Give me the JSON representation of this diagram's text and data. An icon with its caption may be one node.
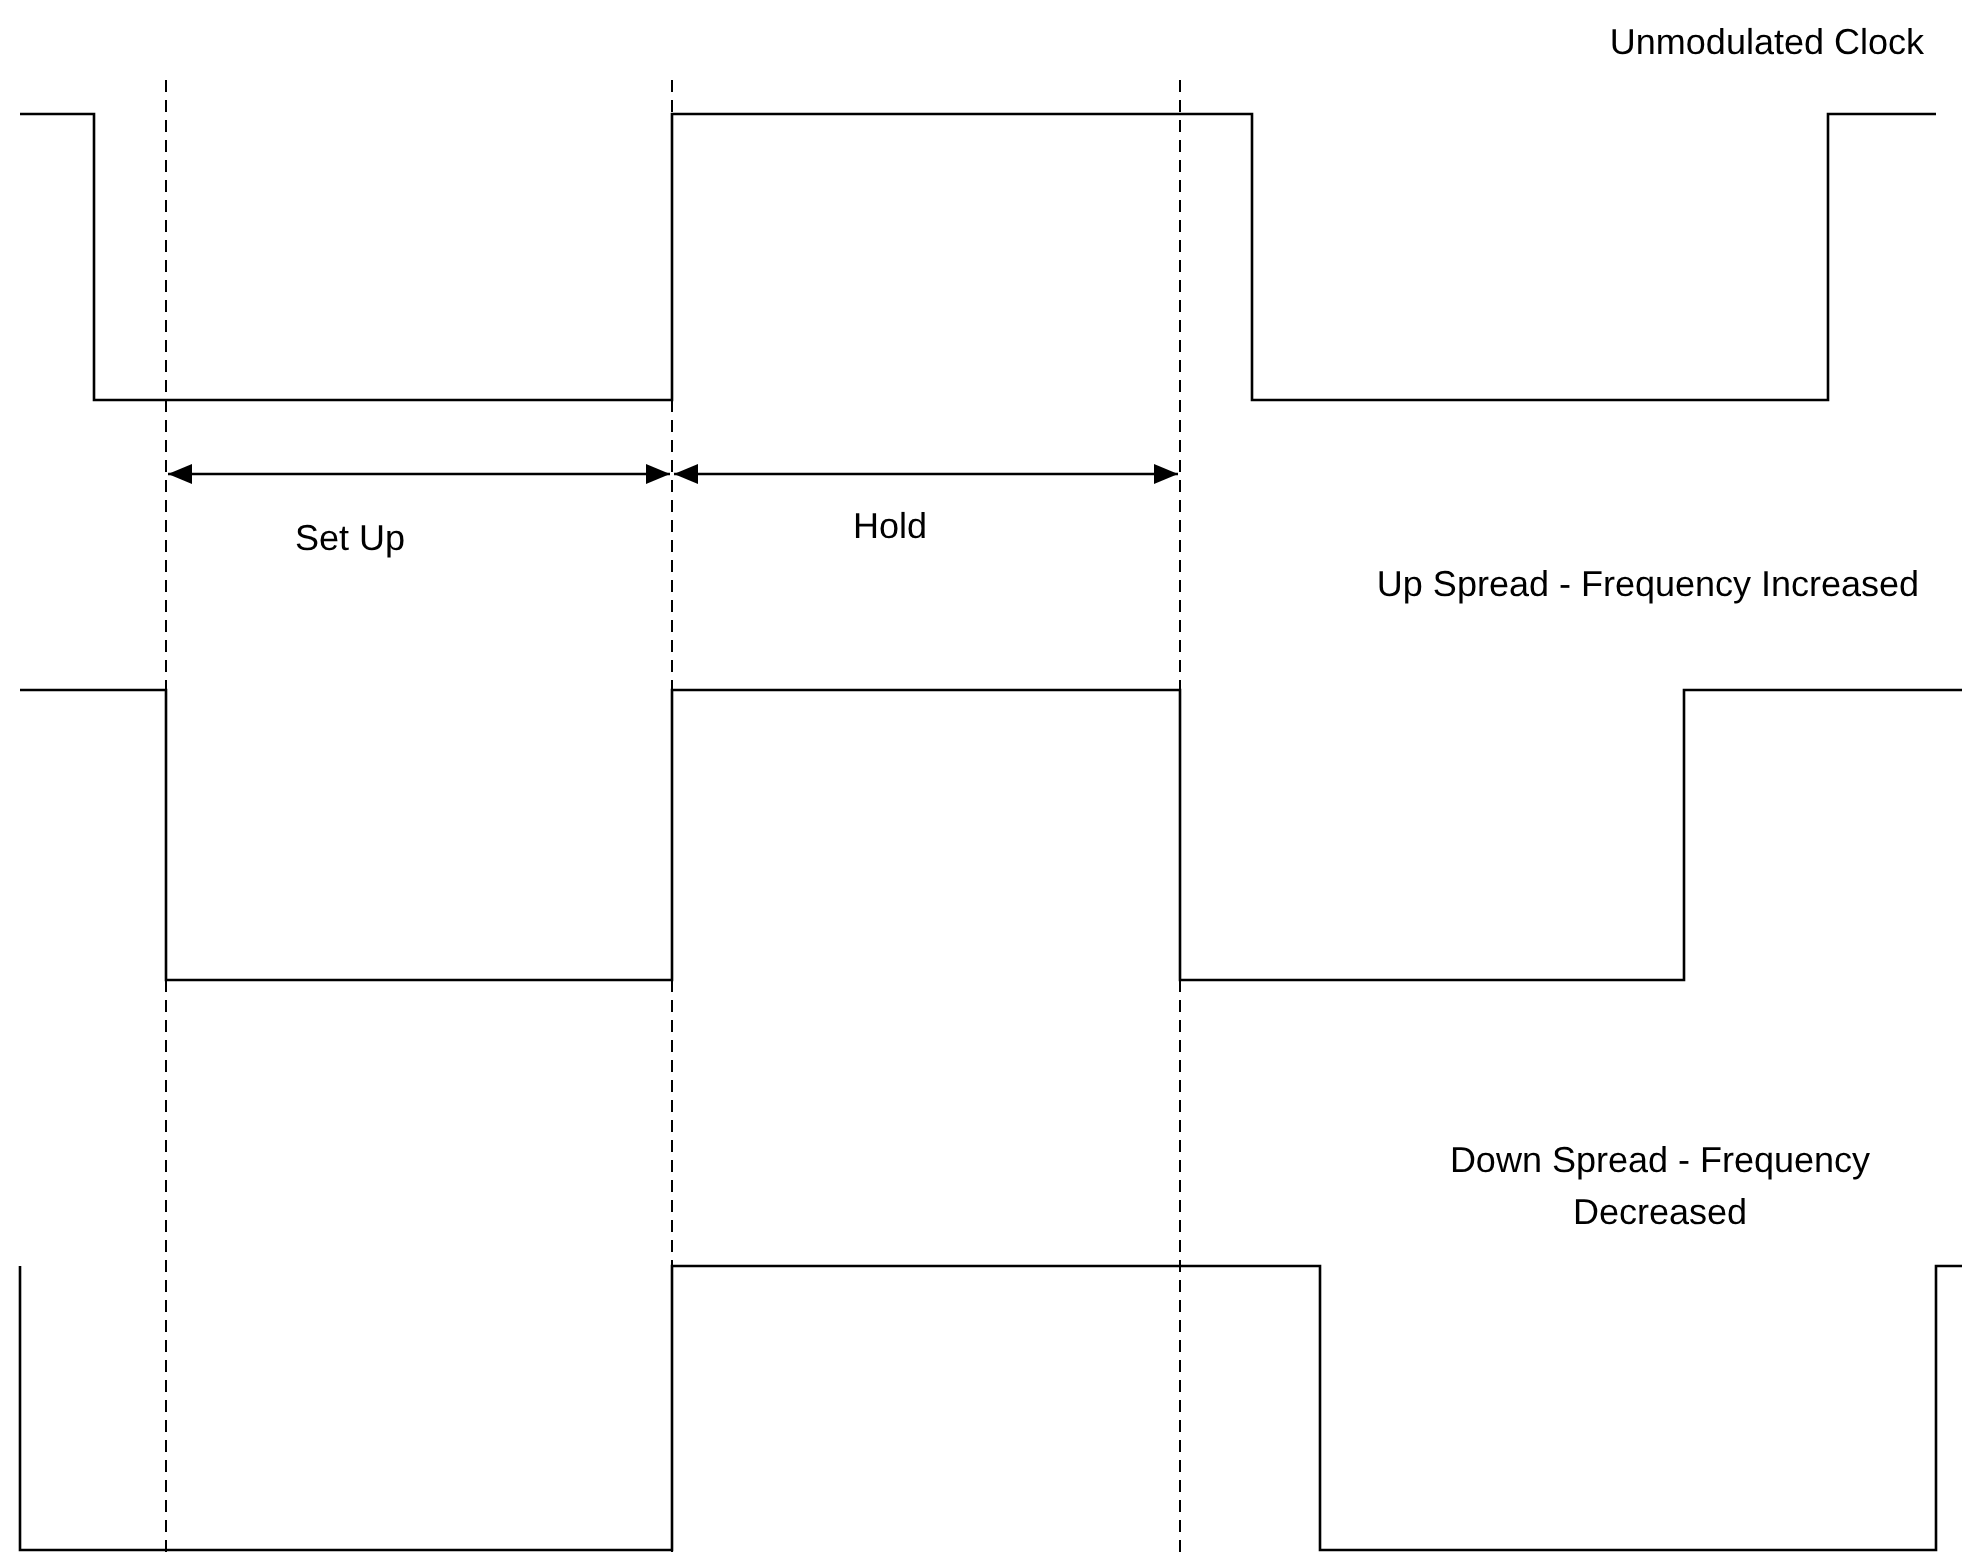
{
  "diagram": {
    "labels": [
      "Unmodulated Clock",
      "Set Up",
      "Hold",
      "Up Spread - Frequency Increased",
      "Down Spread - Frequency Decreased"
    ]
  }
}
